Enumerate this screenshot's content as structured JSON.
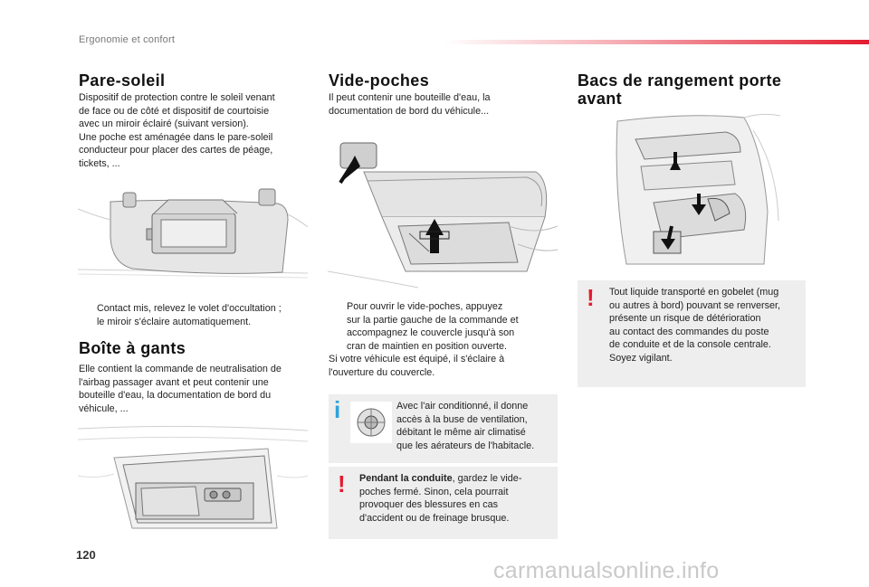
{
  "header": {
    "section": "Ergonomie et confort"
  },
  "page_number": "120",
  "watermark": "carmanualsonline.info",
  "col1": {
    "sun_visor": {
      "title": "Pare-soleil",
      "para_lines": [
        "Dispositif de protection contre le soleil venant",
        "de face ou de côté et dispositif de courtoisie",
        "avec un miroir éclairé (suivant version).",
        "Une poche est aménagée dans le pare-soleil",
        "conducteur pour placer des cartes de péage,",
        "tickets, ..."
      ],
      "bullet_marker": "",
      "bullet_lines": [
        "Contact mis, relevez le volet d'occultation ;",
        "le miroir s'éclaire automatiquement."
      ]
    },
    "glove_box": {
      "title": "Boîte à gants",
      "para_lines": [
        "Elle contient la commande de neutralisation de",
        "l'airbag passager avant et peut contenir une",
        "bouteille d'eau, la documentation de bord du",
        "véhicule, ..."
      ]
    }
  },
  "col2": {
    "storage": {
      "title": "Vide-poches",
      "para_lines": [
        "Il peut contenir une bouteille d'eau, la",
        "documentation de bord du véhicule..."
      ],
      "bullet_marker": "",
      "bullet_lines": [
        "Pour ouvrir le vide-poches, appuyez",
        "sur la partie gauche de la commande et",
        "accompagnez le couvercle jusqu'à son",
        "cran de maintien en position ouverte."
      ],
      "after_lines": [
        "Si votre véhicule est équipé, il s'éclaire à",
        "l'ouverture du couvercle."
      ]
    },
    "info_note": {
      "mark": "i",
      "lines": [
        "Avec l'air conditionné, il donne",
        "accès à la buse de ventilation,",
        "débitant le même air climatisé",
        "que les aérateurs de l'habitacle."
      ]
    },
    "warning_note": {
      "mark": "!",
      "bold_lead": "Pendant la conduite",
      "first_rest": ", gardez le vide-",
      "lines": [
        "poches fermé. Sinon, cela pourrait",
        "provoquer des blessures en cas",
        "d'accident ou de freinage brusque."
      ]
    }
  },
  "col3": {
    "door_bins": {
      "title_lines": [
        "Bacs de rangement porte",
        "avant"
      ]
    },
    "warning_note": {
      "mark": "!",
      "lines": [
        "Tout liquide transporté en gobelet (mug",
        "ou autres à bord) pouvant se renverser,",
        "présente un risque de détérioration",
        "au contact des commandes du poste",
        "de conduite et de la console centrale.",
        "Soyez vigilant."
      ]
    }
  },
  "colors": {
    "accent_red": "#e31c2f",
    "info_blue": "#2ea3dc",
    "note_bg": "#eeeeee"
  }
}
